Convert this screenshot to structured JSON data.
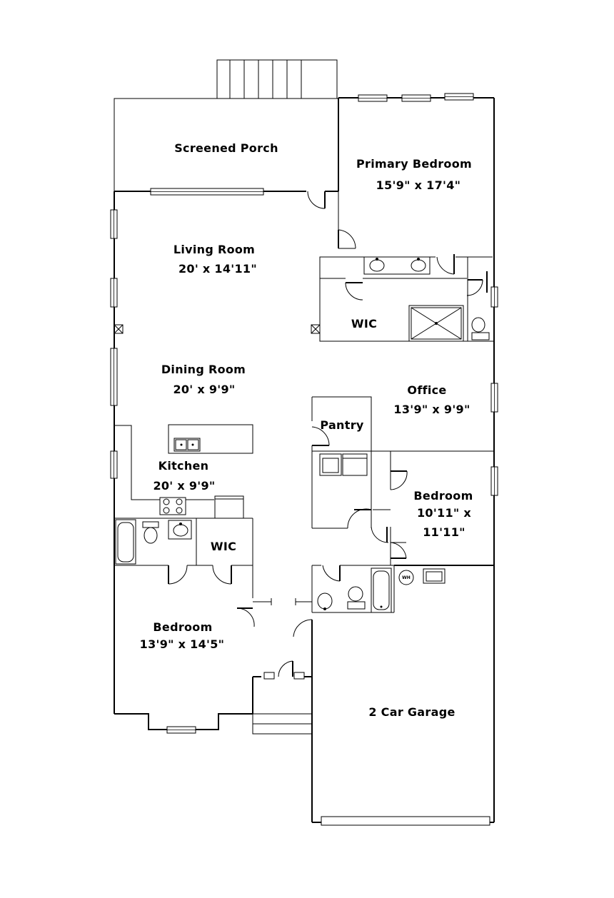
{
  "rooms": {
    "screened_porch": {
      "name": "Screened Porch"
    },
    "primary_bedroom": {
      "name": "Primary Bedroom",
      "size": "15'9\" x 17'4\""
    },
    "living_room": {
      "name": "Living Room",
      "size": "20' x 14'11\""
    },
    "wic_primary": {
      "name": "WIC"
    },
    "dining_room": {
      "name": "Dining Room",
      "size": "20' x 9'9\""
    },
    "office": {
      "name": "Office",
      "size": "13'9\" x 9'9\""
    },
    "pantry": {
      "name": "Pantry"
    },
    "kitchen": {
      "name": "Kitchen",
      "size": "20' x 9'9\""
    },
    "bedroom_east": {
      "name": "Bedroom",
      "size_line1": "10'11\" x",
      "size_line2": "11'11\""
    },
    "wic_secondary": {
      "name": "WIC"
    },
    "bedroom_west": {
      "name": "Bedroom",
      "size": "13'9\" x 14'5\""
    },
    "garage": {
      "name": "2 Car Garage"
    }
  },
  "fixtures": {
    "water_heater": "WH"
  }
}
